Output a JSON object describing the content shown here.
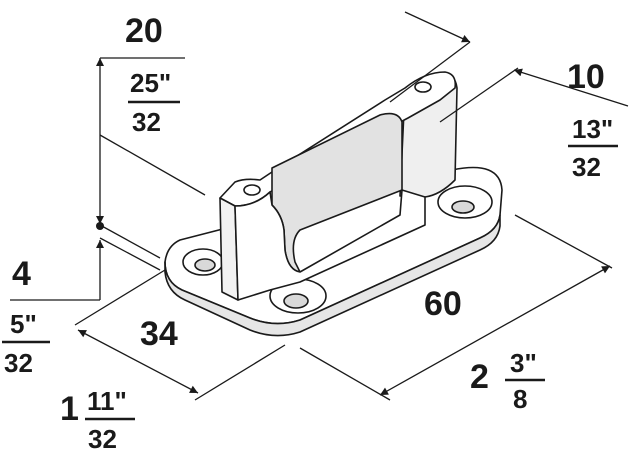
{
  "dimensions": {
    "height": {
      "mm": "20",
      "inch_num": "25\"",
      "inch_den": "32"
    },
    "thickness": {
      "mm": "4",
      "inch_num": "5\"",
      "inch_den": "32"
    },
    "depth": {
      "mm": "34",
      "inch_whole": "1",
      "inch_num": "11\"",
      "inch_den": "32"
    },
    "length": {
      "mm": "60",
      "inch_whole": "2",
      "inch_num": "3\"",
      "inch_den": "8"
    },
    "rail_width": {
      "mm": "10",
      "inch_num": "13\"",
      "inch_den": "32"
    }
  },
  "colors": {
    "line": "#1a1a1a",
    "face_light": "#ffffff",
    "face_mid": "#efefef",
    "face_dark": "#d9d9d9"
  }
}
